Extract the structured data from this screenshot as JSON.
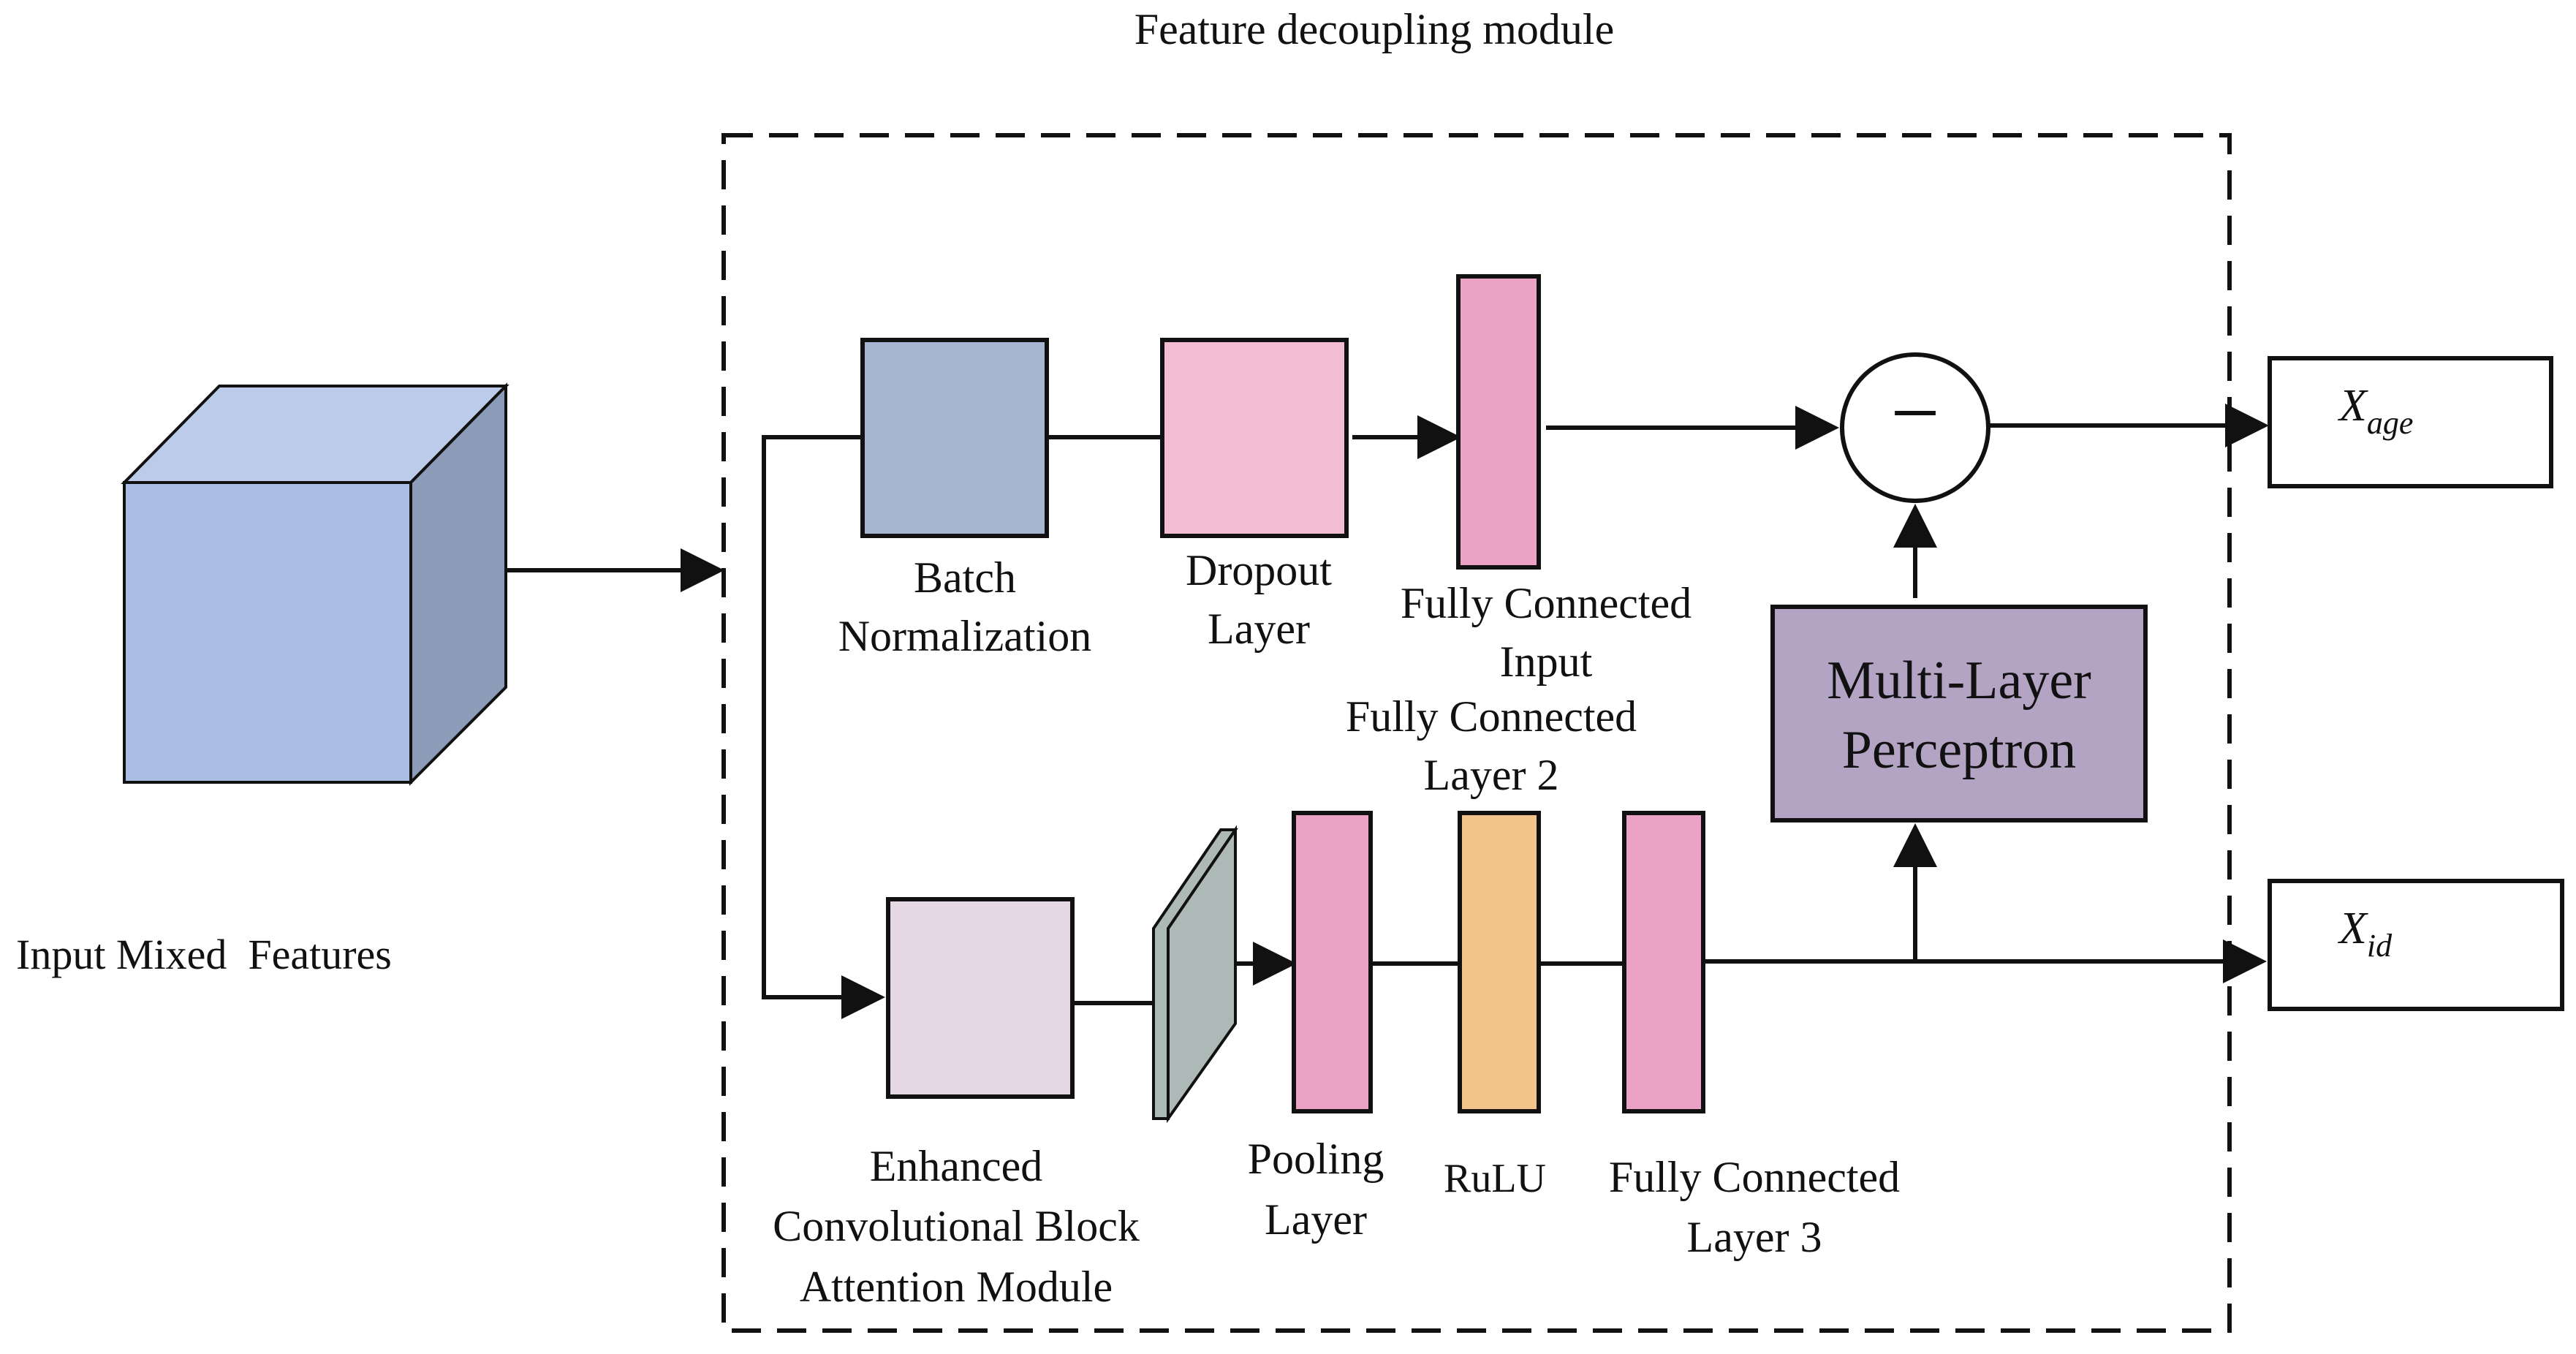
{
  "title": "Feature decoupling module",
  "input": {
    "label": "Input Mixed  Features"
  },
  "blocks": {
    "batch_norm": {
      "line1": "Batch",
      "line2": "Normalization"
    },
    "dropout": {
      "line1": "Dropout",
      "line2": "Layer"
    },
    "fc_input": {
      "line1": "Fully Connected",
      "line2": "Input"
    },
    "fc_layer2": {
      "line1": "Fully Connected",
      "line2": "Layer 2"
    },
    "mlp": {
      "line1": "Multi-Layer",
      "line2": "Perceptron"
    },
    "ecbam": {
      "line1": "Enhanced",
      "line2": "Convolutional Block",
      "line3": "Attention Module"
    },
    "pooling": {
      "line1": "Pooling",
      "line2": "Layer"
    },
    "rulu": {
      "line1": "RuLU"
    },
    "fc_layer3": {
      "line1": "Fully Connected",
      "line2": "Layer 3"
    },
    "subtract": {
      "symbol": "−"
    }
  },
  "outputs": {
    "age": {
      "base": "X",
      "sub": "age"
    },
    "id": {
      "base": "X",
      "sub": "id"
    }
  },
  "colors": {
    "cube_front": "#aabde3",
    "cube_top": "#bccbea",
    "cube_side": "#8b9bb8",
    "batch_norm": "#a6b6d1",
    "dropout": "#f2bcd2",
    "fc_pink": "#eca2c6",
    "ecbam": "#e6d8e2",
    "thin_block": "#adb9b6",
    "rulu": "#f3c489",
    "mlp": "#b3a4c4"
  }
}
